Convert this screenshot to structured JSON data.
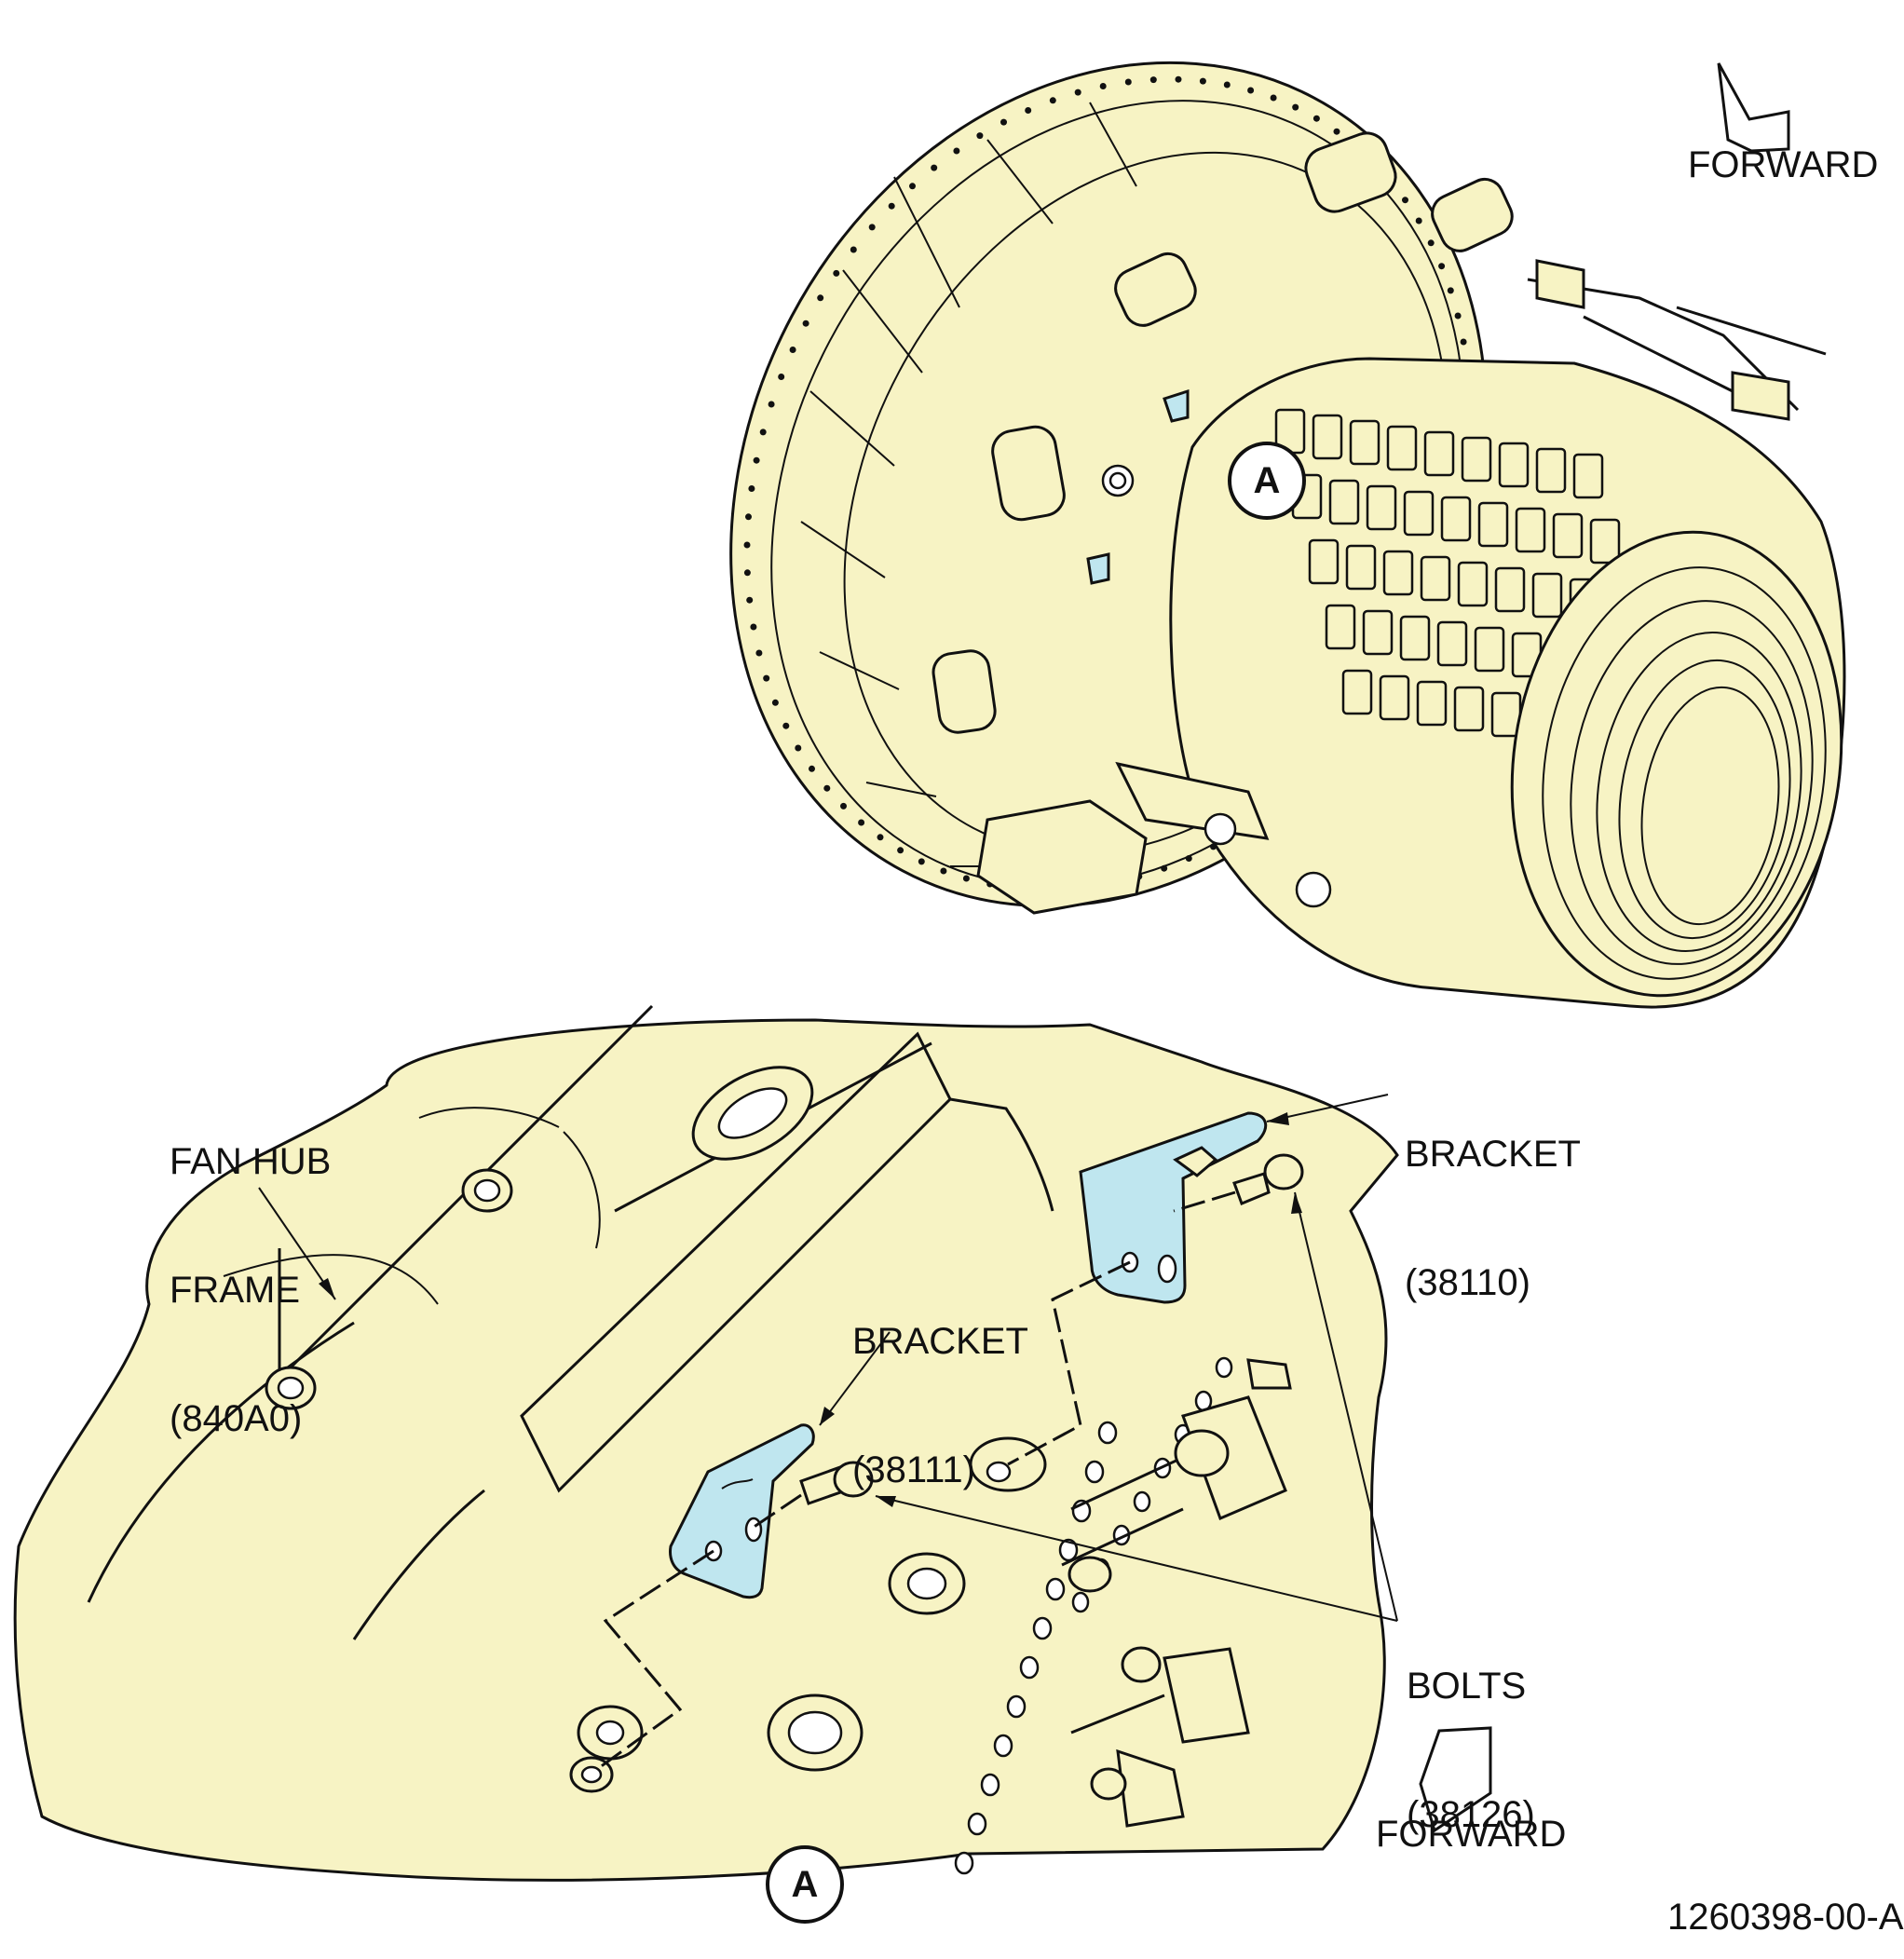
{
  "labels": {
    "forward_top": "FORWARD",
    "forward_bottom": "FORWARD",
    "view_marker_top": "A",
    "view_marker_bottom": "A",
    "fan_hub": [
      "FAN HUB",
      "FRAME",
      "(840A0)"
    ],
    "bracket_38110": [
      "BRACKET",
      "(38110)"
    ],
    "bracket_38111": [
      "BRACKET",
      "(38111)"
    ],
    "bolts_38126": [
      "BOLTS",
      "(38126)"
    ],
    "figure_id": "1260398-00-A"
  },
  "colors": {
    "part_fill": "#f7f3c4",
    "bracket_fill": "#bfe6ef",
    "line": "#111111"
  }
}
